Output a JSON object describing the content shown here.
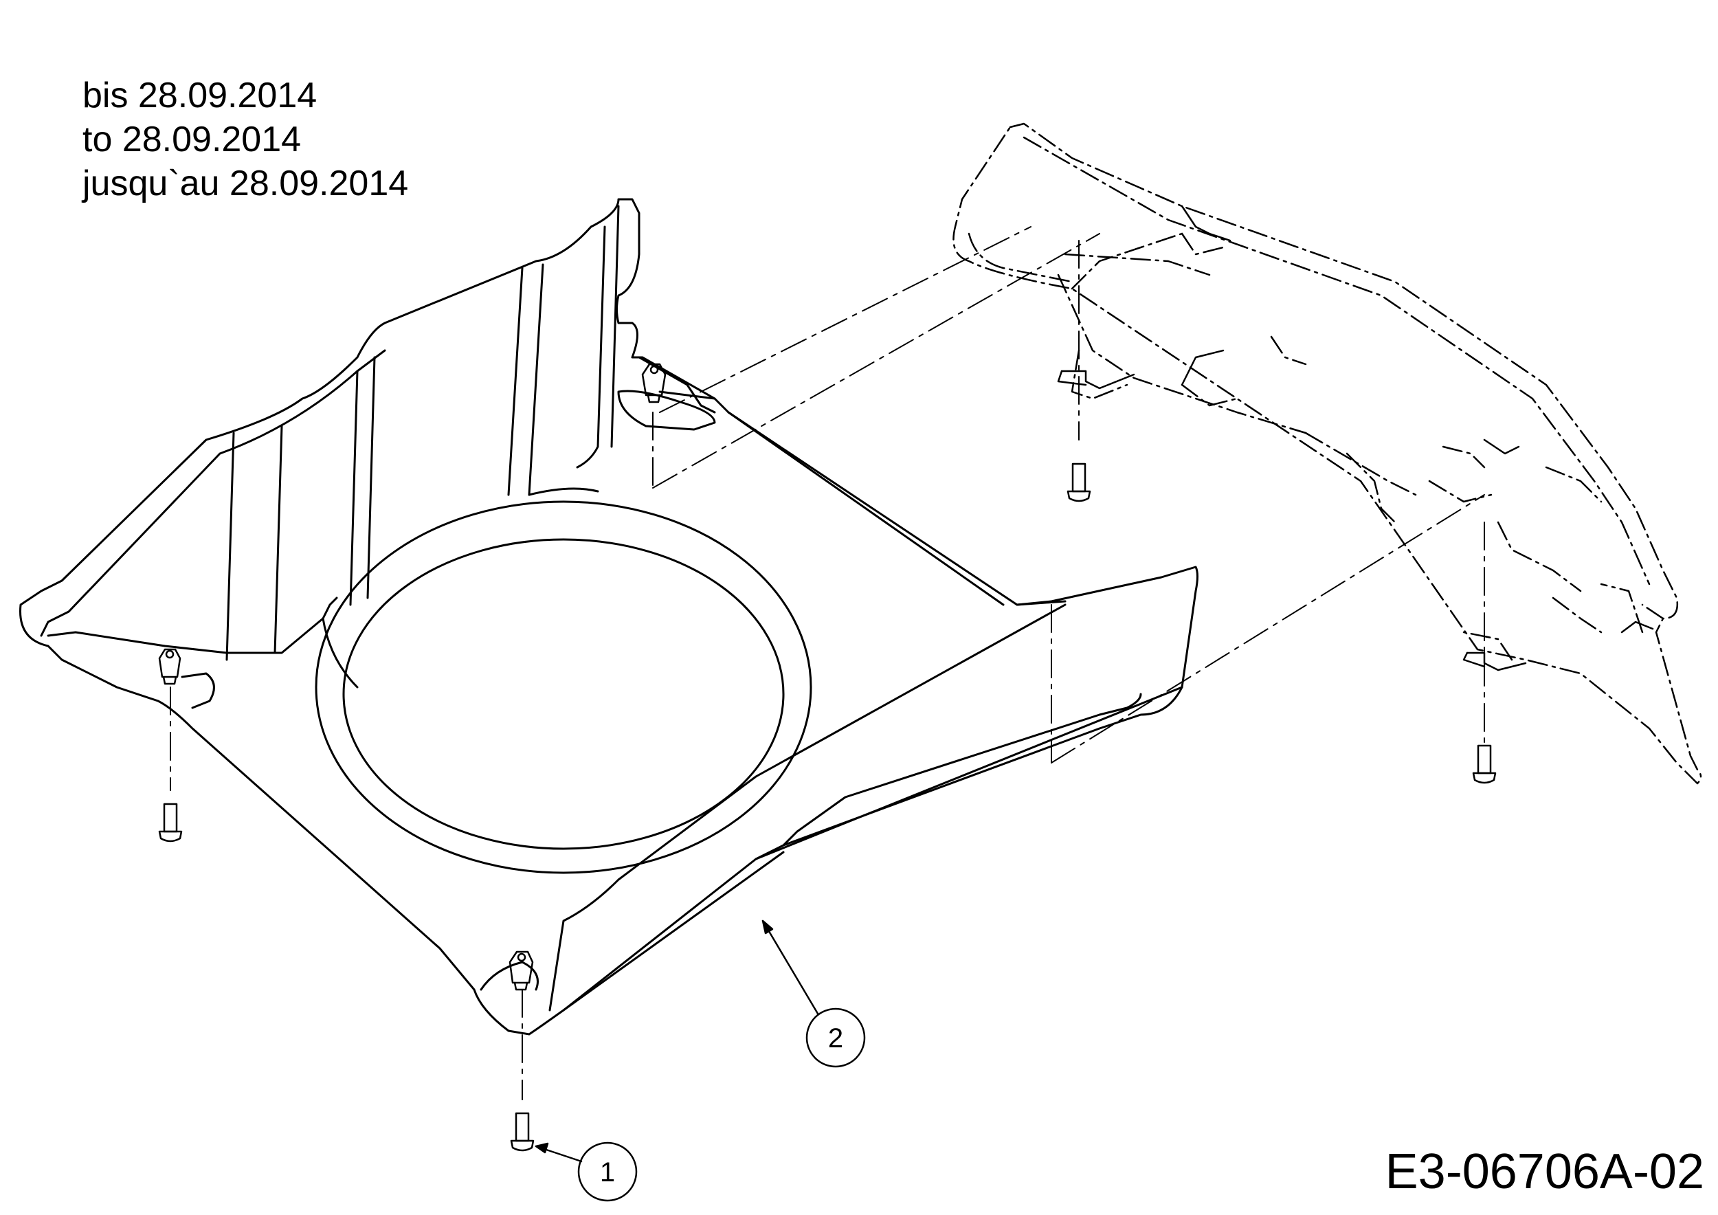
{
  "notes": {
    "line_de": "bis 28.09.2014",
    "line_en": "to 28.09.2014",
    "line_fr": "jusqu`au 28.09.2014"
  },
  "drawing_number": "E3-06706A-02",
  "callouts": [
    {
      "id": "callout-1",
      "label": "1"
    },
    {
      "id": "callout-2",
      "label": "2"
    }
  ],
  "colors": {
    "line": "#000000",
    "background": "#ffffff"
  }
}
